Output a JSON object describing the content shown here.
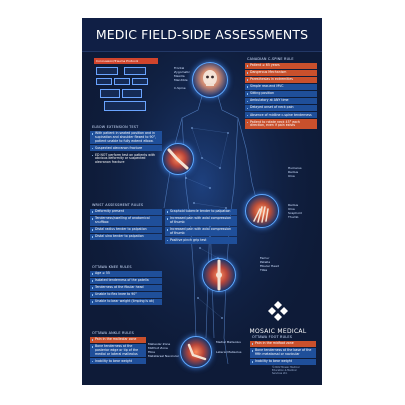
{
  "poster": {
    "title": "MEDIC FIELD-SIDE ASSESSMENTS",
    "brand_name": "MOSAIC MEDICAL",
    "footnote": [
      "©2022 Mosaic Medical",
      "Education & Medical",
      "Services Ltd."
    ]
  },
  "concussion": {
    "header": "Concussion/Trauma Protocol",
    "head_labels": [
      "Frontal",
      "Zygomatic",
      "Maxilla",
      "Mandible",
      "C-Spine"
    ]
  },
  "cspine": {
    "header": "CANADIAN C-SPINE RULE",
    "items": [
      "Patient ≥ 65 years",
      "Dangerous Mechanism",
      "Paresthesias in extremities",
      "Simple rear-end MVC",
      "Sitting position",
      "Ambulatory at ANY time",
      "Delayed onset of neck pain",
      "Absence of midline c-spine tenderness",
      "Patient to rotate neck 45° each direction, even if pain exists"
    ]
  },
  "elbow": {
    "header": "ELBOW EXTENSION TEST",
    "items": [
      "With patient in seated position and in supination and shoulder flexed to 90°, patient unable to fully extend elbow.",
      "Suspected olecranon fracture",
      "ED NOT perform test on patients with obvious deformity or suspected olecranon fracture"
    ],
    "bones": [
      "Humerus",
      "Radius",
      "Ulna"
    ]
  },
  "wrist": {
    "header": "WRIST ASSESSMENT RULES",
    "left_items": [
      "Deformity present",
      "Tenderness/swelling of anatomical snuffbox",
      "Distal radius tender to palpation",
      "Distal ulna tender to palpation"
    ],
    "right_items": [
      "Scaphoid tubercle tender to palpation",
      "Increased pain with axial compression of thumb",
      "Increased pain with axial compression of thumb",
      "Positive pinch grip test"
    ],
    "bones": [
      "Radius",
      "Ulna",
      "Scaphoid",
      "Thumb"
    ]
  },
  "knee": {
    "header": "OTTAWA KNEE RULES",
    "items": [
      "Age ≥ 55",
      "Isolated tenderness of the patella",
      "Tenderness at the fibular head",
      "Unable to flex knee to 90°",
      "Unable to bear weight (limping is ok)"
    ],
    "bones": [
      "Femur",
      "Patella",
      "Fibular Head",
      "Tibia"
    ]
  },
  "ankle": {
    "header": "OTTAWA ANKLE RULES",
    "items": [
      "Pain in the malleolar zone",
      "Bone tenderness at the posterior edge or tip of the medial or lateral malleolus",
      "Inability to bear weight"
    ],
    "bones": [
      "Malleolar Zone",
      "Midfoot Zone",
      "Fibia",
      "Metatarsal Navicular"
    ]
  },
  "foot": {
    "header": "Ottawa Foot Rules",
    "left_labels": [
      "Medial Malleolus",
      "Lateral Malleolus"
    ],
    "items": [
      "Pain in the midfoot zone",
      "Bone tenderness at the base of the fifth metatarsal or navicular",
      "Inability to bear weight"
    ]
  },
  "colors": {
    "background": "#0e1b38",
    "accent_blue": "#1f4f9a",
    "accent_orange": "#c9502c",
    "glow": "#5fa8ff"
  }
}
